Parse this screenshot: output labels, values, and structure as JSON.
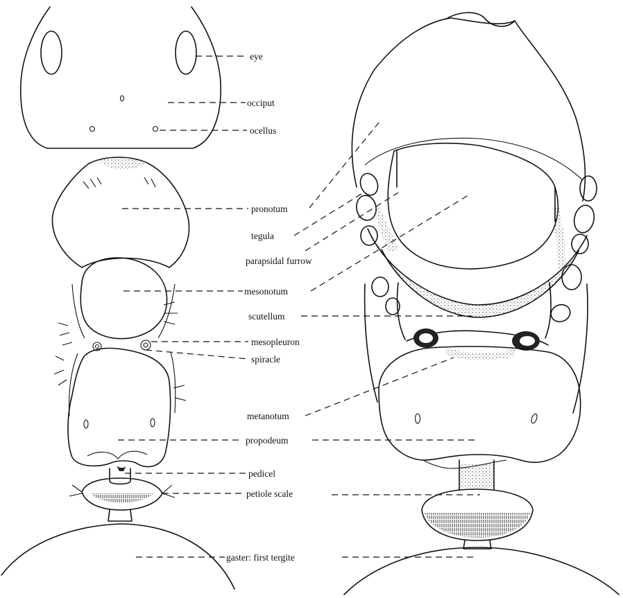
{
  "labels": {
    "eye": "eye",
    "occiput": "occiput",
    "ocellus": "ocellus",
    "pronotum": "pronotum",
    "tegula": "tegula",
    "parapsidal_furrow": "parapsidal furrow",
    "mesonotum": "mesonotum",
    "scutellum": "scutellum",
    "mesopleuron": "mesopleuron",
    "spiracle": "spiracle",
    "metanotum": "metanotum",
    "propodeum": "propodeum",
    "pedicel": "pedicel",
    "petiole_scale": "petiole scale",
    "gaster": "gaster: first tergite"
  }
}
